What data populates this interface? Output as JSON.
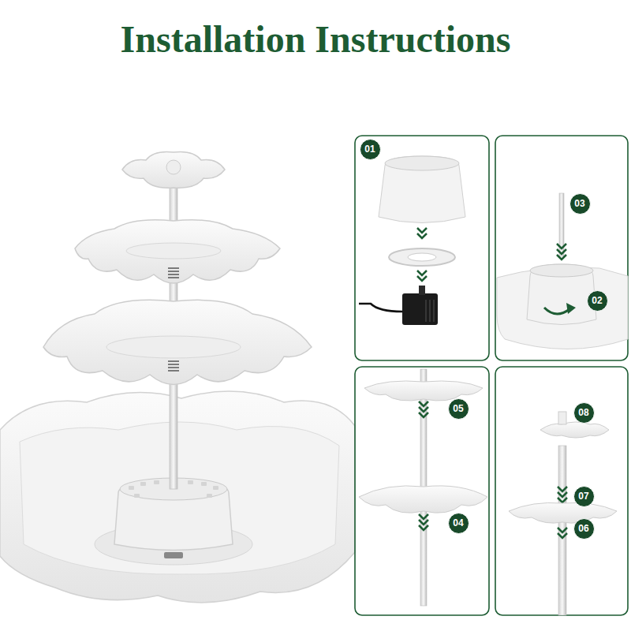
{
  "diagram": {
    "title": "Installation Instructions",
    "nodes": [
      {
        "text": [
          "01"
        ]
      },
      {
        "text": [
          "03"
        ]
      },
      {
        "text": [
          "02"
        ]
      },
      {
        "text": [
          "05"
        ]
      },
      {
        "text": [
          "04"
        ]
      },
      {
        "text": [
          "08"
        ]
      },
      {
        "text": [
          "07"
        ]
      },
      {
        "text": [
          "06"
        ]
      }
    ]
  }
}
